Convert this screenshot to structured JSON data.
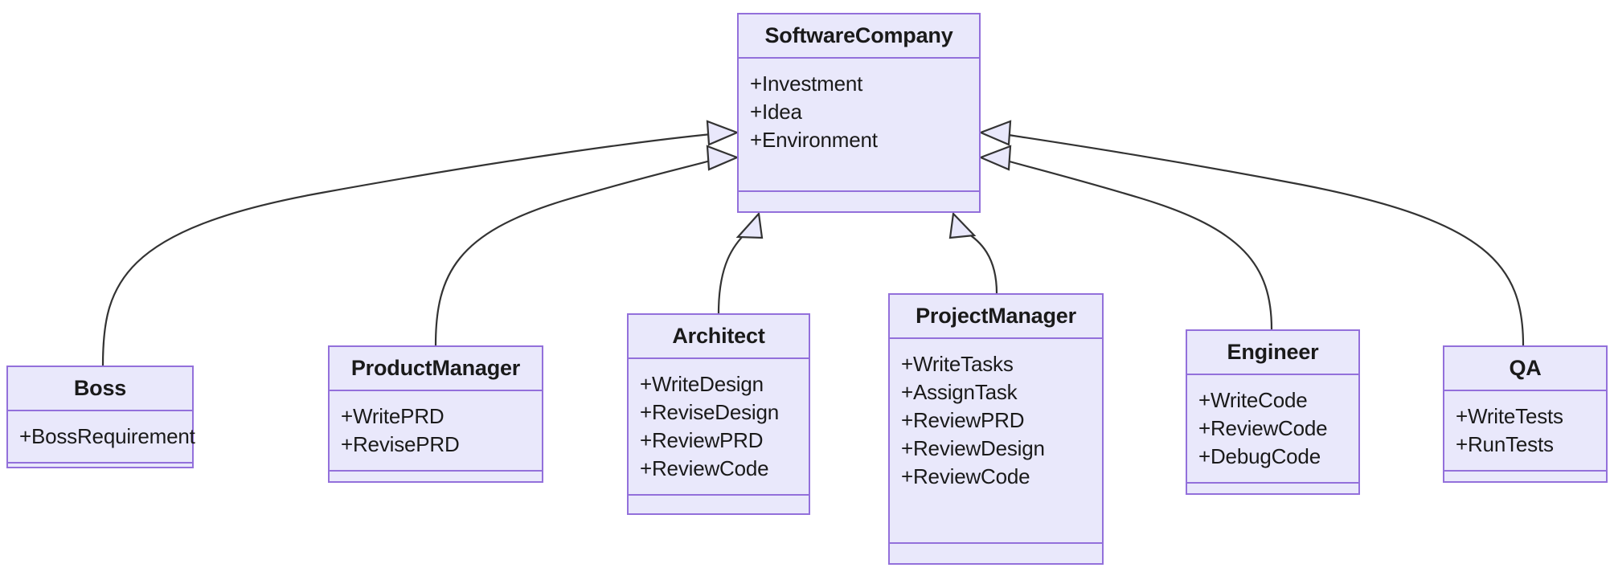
{
  "diagram": {
    "type": "uml-class-diagram",
    "relationship": "generalization",
    "colors": {
      "node_border": "#9370db",
      "node_fill": "#e9e8fb",
      "edge_stroke": "#333333",
      "text": "#1a1a1a",
      "background": "#ffffff"
    },
    "classes": [
      {
        "id": "software-company",
        "name": "SoftwareCompany",
        "attributes": [
          "+Investment",
          "+Idea",
          "+Environment"
        ],
        "methods": []
      },
      {
        "id": "boss",
        "name": "Boss",
        "attributes": [
          "+BossRequirement"
        ],
        "methods": []
      },
      {
        "id": "product-manager",
        "name": "ProductManager",
        "attributes": [
          "+WritePRD",
          "+RevisePRD"
        ],
        "methods": []
      },
      {
        "id": "architect",
        "name": "Architect",
        "attributes": [
          "+WriteDesign",
          "+ReviseDesign",
          "+ReviewPRD",
          "+ReviewCode"
        ],
        "methods": []
      },
      {
        "id": "project-manager",
        "name": "ProjectManager",
        "attributes": [
          "+WriteTasks",
          "+AssignTask",
          "+ReviewPRD",
          "+ReviewDesign",
          "+ReviewCode"
        ],
        "methods": []
      },
      {
        "id": "engineer",
        "name": "Engineer",
        "attributes": [
          "+WriteCode",
          "+ReviewCode",
          "+DebugCode"
        ],
        "methods": []
      },
      {
        "id": "qa",
        "name": "QA",
        "attributes": [
          "+WriteTests",
          "+RunTests"
        ],
        "methods": []
      }
    ],
    "edges": [
      {
        "from": "boss",
        "to": "software-company",
        "arrow": "hollow-triangle"
      },
      {
        "from": "product-manager",
        "to": "software-company",
        "arrow": "hollow-triangle"
      },
      {
        "from": "architect",
        "to": "software-company",
        "arrow": "hollow-triangle"
      },
      {
        "from": "project-manager",
        "to": "software-company",
        "arrow": "hollow-triangle"
      },
      {
        "from": "engineer",
        "to": "software-company",
        "arrow": "hollow-triangle"
      },
      {
        "from": "qa",
        "to": "software-company",
        "arrow": "hollow-triangle"
      }
    ]
  }
}
